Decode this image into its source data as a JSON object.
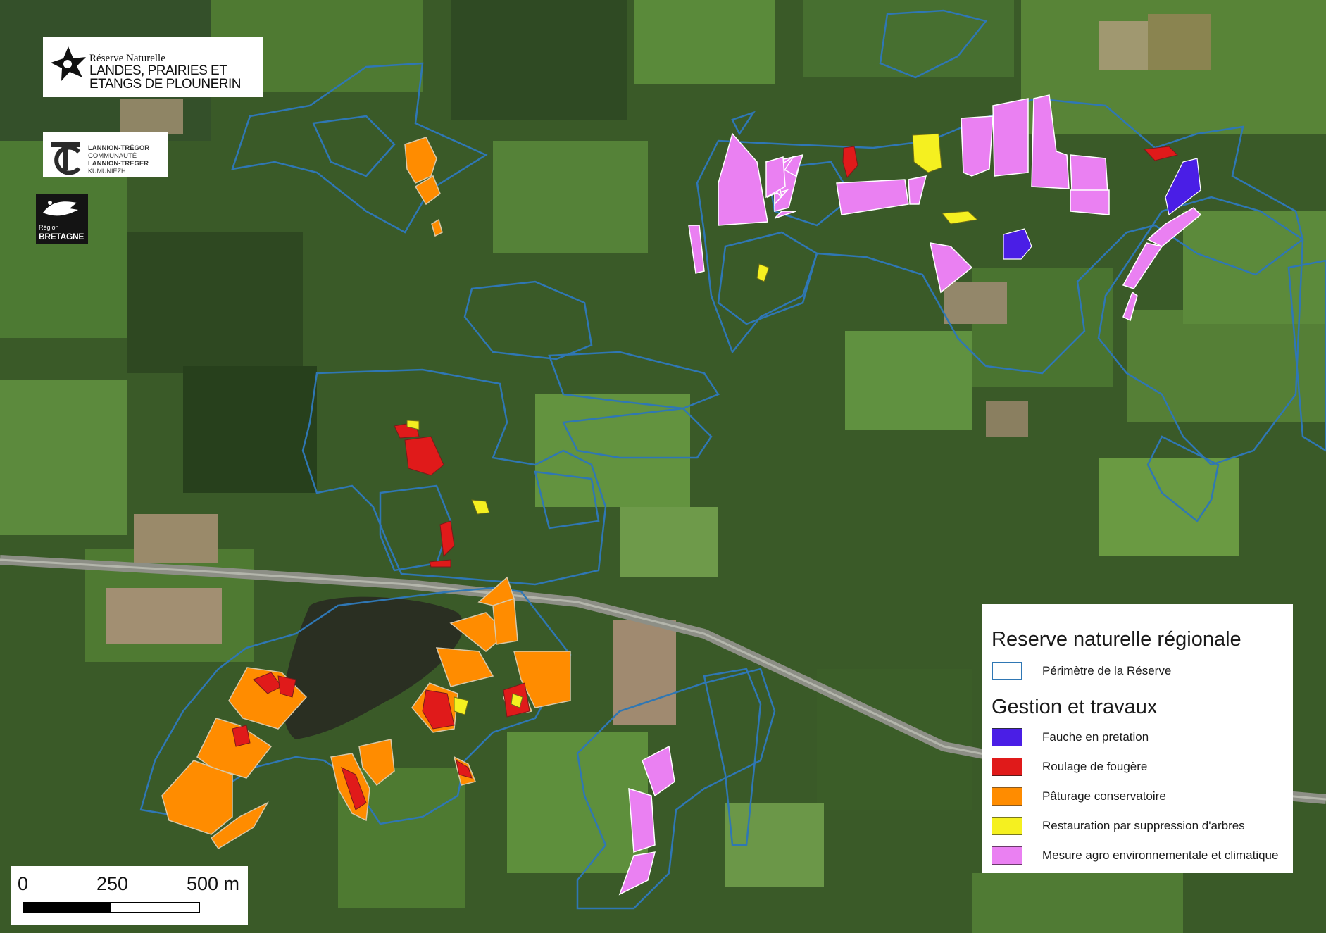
{
  "logos": {
    "reserve": {
      "line1": "Réserve Naturelle",
      "line2": "LANDES, PRAIRIES ET",
      "line3": "ETANGS DE PLOUNERIN",
      "icon": "star-flower-emblem"
    },
    "lannion": {
      "line1": "LANNION-TRÉGOR",
      "line2": "COMMUNAUTÉ",
      "line3": "LANNION-TREGER",
      "line4": "KUMUNIEZH",
      "icon": "tc-monogram"
    },
    "region": {
      "line1": "Région",
      "line2": "BRETAGNE",
      "icon": "ermine-bird"
    }
  },
  "legend": {
    "title1": "Reserve naturelle régionale",
    "items1": [
      {
        "label": "Périmètre de la Réserve",
        "fill": "#ffffff",
        "stroke": "#2f77b4"
      }
    ],
    "title2": "Gestion et travaux",
    "items2": [
      {
        "label": "Fauche en pretation",
        "fill": "#4a1ee6",
        "stroke": "#2a2a40"
      },
      {
        "label": "Roulage de fougère",
        "fill": "#e01a1a",
        "stroke": "#5a1a1a"
      },
      {
        "label": "Pâturage conservatoire",
        "fill": "#ff8c00",
        "stroke": "#8a5a20"
      },
      {
        "label": "Restauration par suppression d'arbres",
        "fill": "#f5f020",
        "stroke": "#777720"
      },
      {
        "label": "Mesure agro environnementale et climatique",
        "fill": "#ea80f2",
        "stroke": "#6a3a6a"
      }
    ]
  },
  "scalebar": {
    "label0": "0",
    "label1": "250",
    "label2": "500 m"
  },
  "colors": {
    "perimeter": "#2f77b4",
    "fauche": "#4a1ee6",
    "roulage": "#e01a1a",
    "paturage": "#ff8c00",
    "restauration": "#f5f020",
    "maec": "#ea80f2"
  }
}
